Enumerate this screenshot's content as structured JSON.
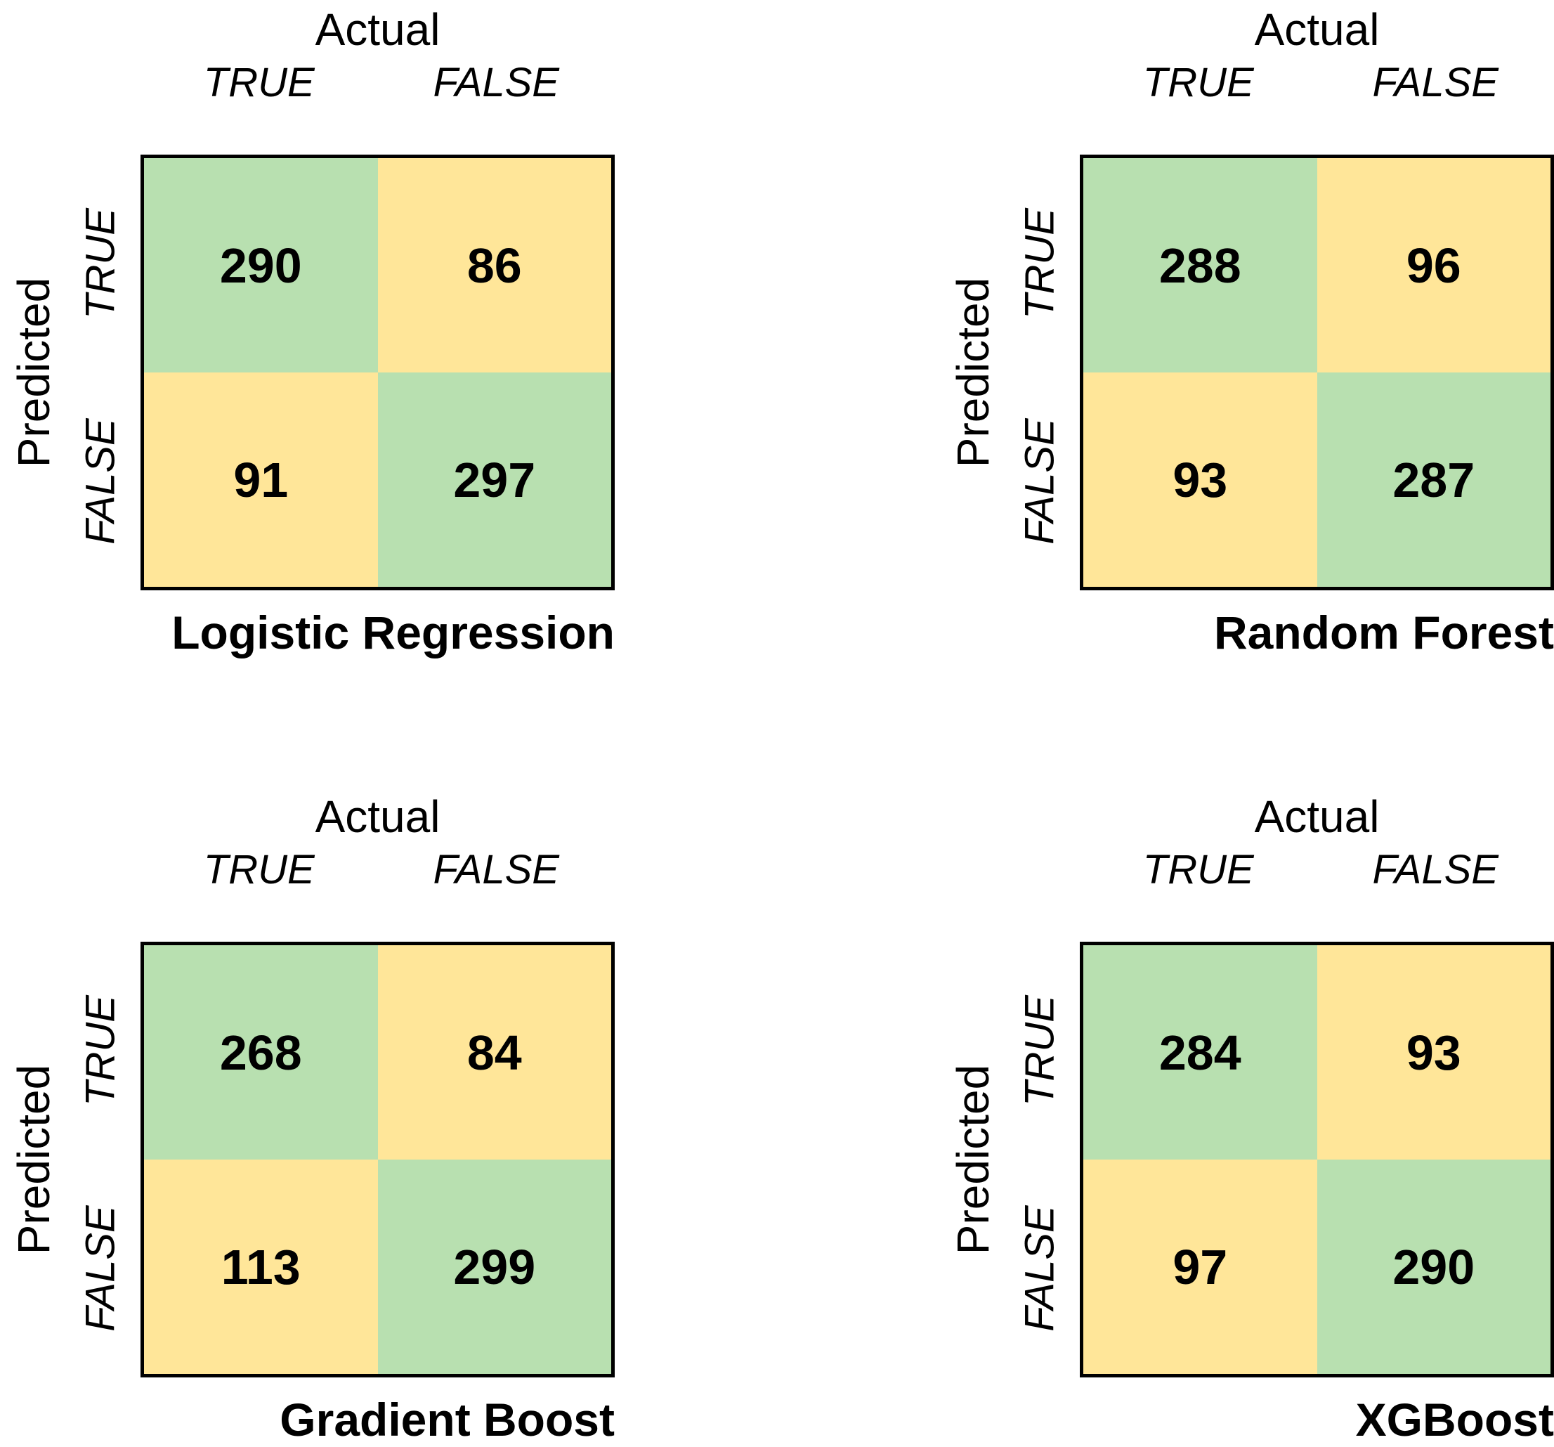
{
  "figure": {
    "background": "#ffffff",
    "text_color": "#000000"
  },
  "colors": {
    "correct_cell_green": "#B8E0B0",
    "incorrect_cell_yellow": "#FFE699",
    "matrix_border": "#000000"
  },
  "chart_data": [
    {
      "type": "heatmap",
      "title": "Logistic Regression",
      "xlabel": "Actual",
      "ylabel": "Predicted",
      "x_categories": [
        "TRUE",
        "FALSE"
      ],
      "y_categories": [
        "TRUE",
        "FALSE"
      ],
      "values": [
        [
          290,
          86
        ],
        [
          91,
          297
        ]
      ],
      "cell_color_rule": "diagonal green (correct), off-diagonal yellow (incorrect)"
    },
    {
      "type": "heatmap",
      "title": "Random Forest",
      "xlabel": "Actual",
      "ylabel": "Predicted",
      "x_categories": [
        "TRUE",
        "FALSE"
      ],
      "y_categories": [
        "TRUE",
        "FALSE"
      ],
      "values": [
        [
          288,
          96
        ],
        [
          93,
          287
        ]
      ],
      "cell_color_rule": "diagonal green (correct), off-diagonal yellow (incorrect)"
    },
    {
      "type": "heatmap",
      "title": "Gradient Boost",
      "xlabel": "Actual",
      "ylabel": "Predicted",
      "x_categories": [
        "TRUE",
        "FALSE"
      ],
      "y_categories": [
        "TRUE",
        "FALSE"
      ],
      "values": [
        [
          268,
          84
        ],
        [
          113,
          299
        ]
      ],
      "cell_color_rule": "diagonal green (correct), off-diagonal yellow (incorrect)"
    },
    {
      "type": "heatmap",
      "title": "XGBoost",
      "xlabel": "Actual",
      "ylabel": "Predicted",
      "x_categories": [
        "TRUE",
        "FALSE"
      ],
      "y_categories": [
        "TRUE",
        "FALSE"
      ],
      "values": [
        [
          284,
          93
        ],
        [
          97,
          290
        ]
      ],
      "cell_color_rule": "diagonal green (correct), off-diagonal yellow (incorrect)"
    }
  ]
}
